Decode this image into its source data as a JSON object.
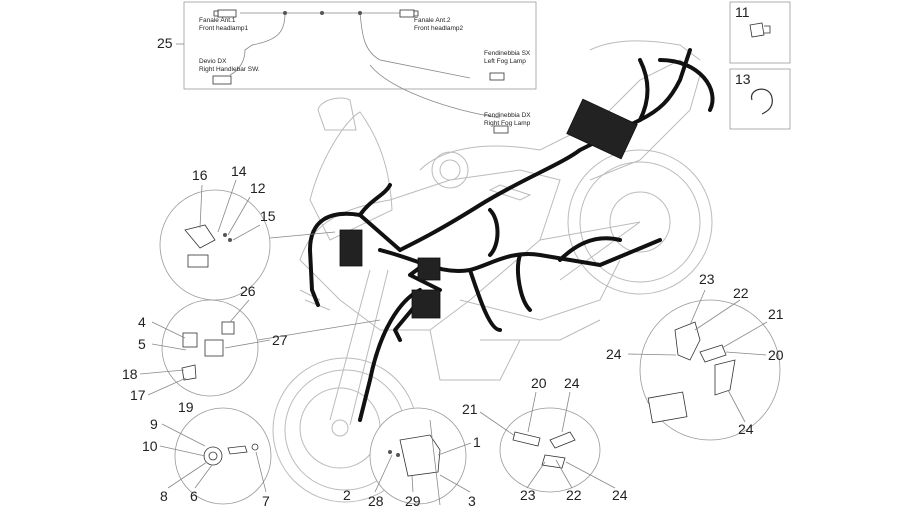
{
  "inset_25": {
    "callout": "25",
    "connectors": [
      {
        "line1": "Fanale Ant.1",
        "line2": "Front headlamp1"
      },
      {
        "line1": "Fanale Ant.2",
        "line2": "Front headlamp2"
      },
      {
        "line1": "Devio DX",
        "line2": "Right Handlebar SW."
      },
      {
        "line1": "Fendinebbia SX",
        "line2": "Left Fog Lamp"
      },
      {
        "line1": "Fendinebbia DX",
        "line2": "Right Fog Lamp"
      }
    ]
  },
  "callouts": {
    "c1": "1",
    "c2": "2",
    "c3": "3",
    "c4": "4",
    "c5": "5",
    "c6": "6",
    "c7": "7",
    "c8": "8",
    "c9": "9",
    "c10": "10",
    "c11": "11",
    "c12": "12",
    "c13": "13",
    "c14": "14",
    "c15": "15",
    "c16": "16",
    "c17": "17",
    "c18": "18",
    "c19": "19",
    "c20a": "20",
    "c20b": "20",
    "c21a": "21",
    "c21b": "21",
    "c22a": "22",
    "c22b": "22",
    "c23a": "23",
    "c23b": "23",
    "c24a": "24",
    "c24b": "24",
    "c24c": "24",
    "c24d": "24",
    "c26": "26",
    "c27": "27",
    "c28": "28",
    "c29": "29"
  },
  "colors": {
    "harness": "#111111",
    "outline": "#999999",
    "text": "#222222"
  }
}
